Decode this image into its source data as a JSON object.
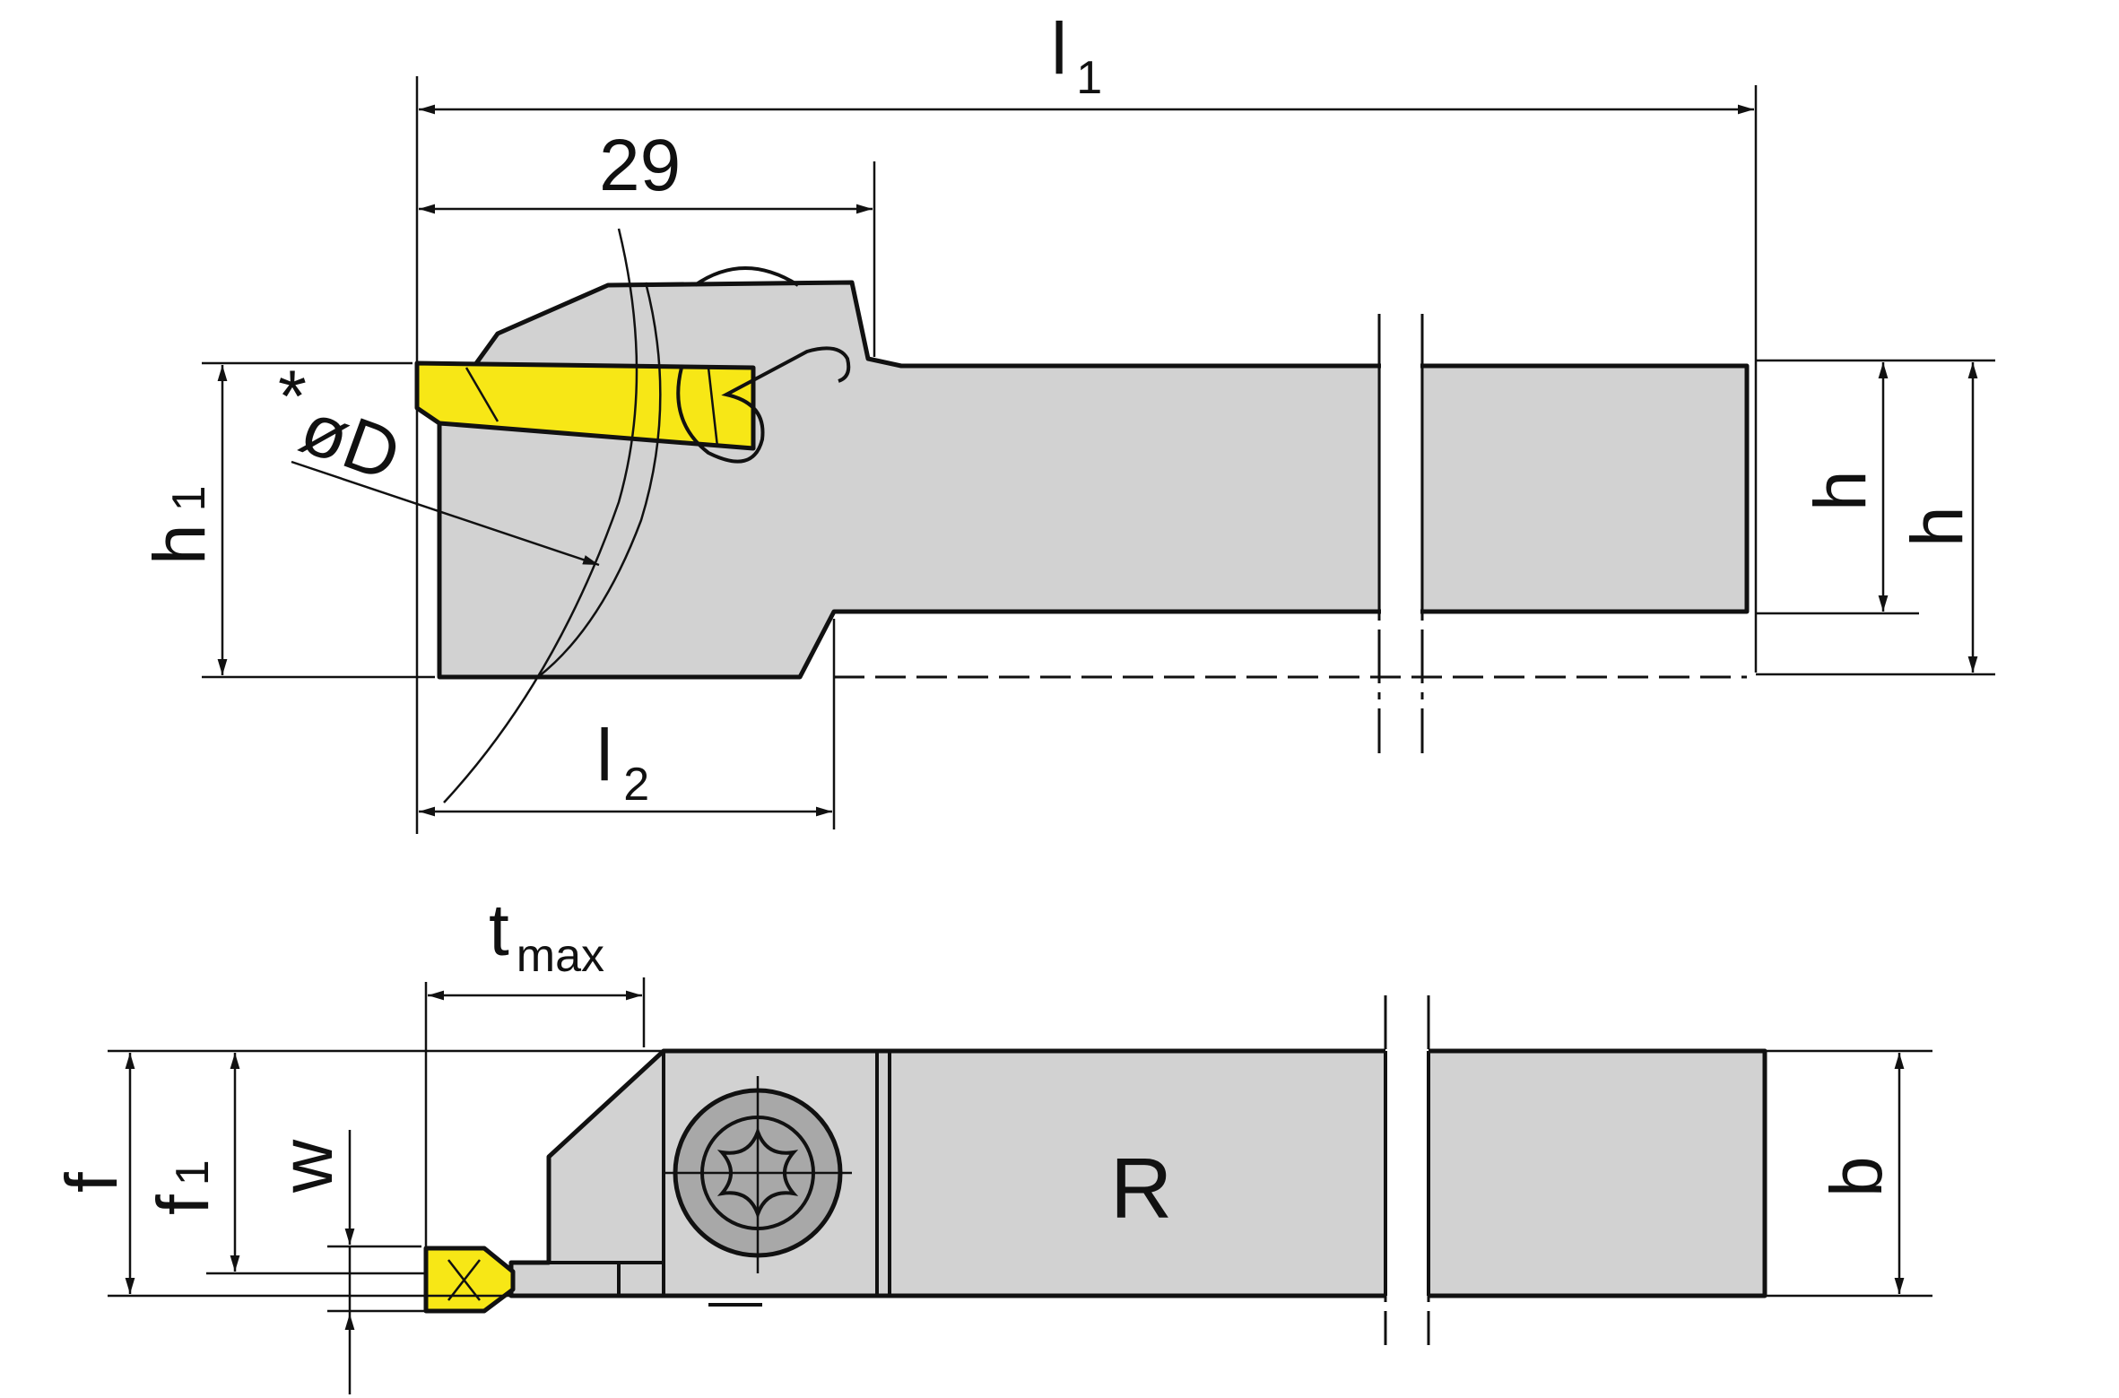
{
  "colors": {
    "body": "#d2d2d2",
    "insert": "#f7e716",
    "insert_dark": "#c9b600",
    "line": "#111111"
  },
  "labels": {
    "l1_main": "l",
    "l1_sub": "1",
    "dim_29": "29",
    "star": "*",
    "od": "øD",
    "h1_main": "h",
    "h1_sub": "1",
    "h_inner": "h",
    "h_outer": "h",
    "l2_main": "l",
    "l2_sub": "2",
    "tmax_main": "t",
    "tmax_sub": "max",
    "f": "f",
    "f1_main": "f",
    "f1_sub": "1",
    "w": "w",
    "b": "b",
    "hand": "R"
  }
}
